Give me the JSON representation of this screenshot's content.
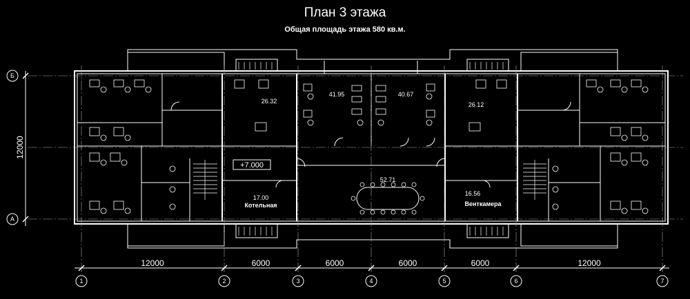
{
  "title": "План 3 этажа",
  "subtitle": "Общая площадь этажа 580 кв.м.",
  "axes_columns": [
    {
      "label": "1",
      "span": "12000"
    },
    {
      "label": "2",
      "span": "6000"
    },
    {
      "label": "3",
      "span": "6000"
    },
    {
      "label": "4",
      "span": "6000"
    },
    {
      "label": "5",
      "span": "6000"
    },
    {
      "label": "6",
      "span": "12000"
    },
    {
      "label": "7"
    }
  ],
  "axes_rows": [
    {
      "label": "Б"
    },
    {
      "label": "А"
    }
  ],
  "overall_depth": "12000",
  "level_mark": "+7.000",
  "rooms": [
    {
      "area": "26.32"
    },
    {
      "area": "41.95"
    },
    {
      "area": "40.67"
    },
    {
      "area": "26.12"
    },
    {
      "area": "52.71"
    },
    {
      "area": "17.00",
      "name": "Котельная"
    },
    {
      "area": "16.56",
      "name": "Венткамера"
    }
  ],
  "colors": {
    "background": "#000000",
    "lines": "#ffffff",
    "text": "#ffffff"
  }
}
